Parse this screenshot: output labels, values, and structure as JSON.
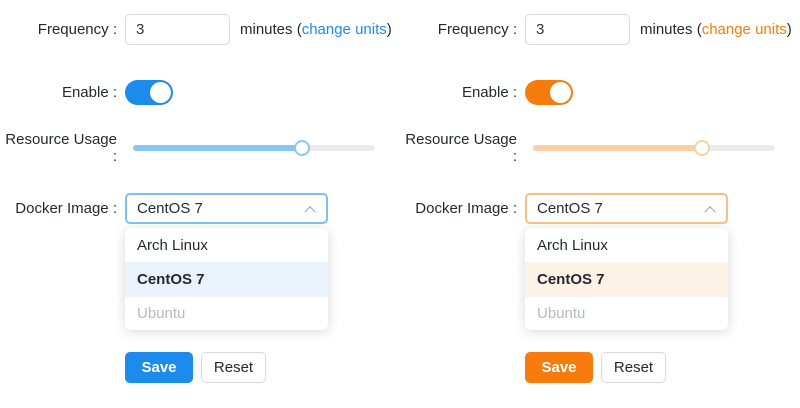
{
  "panels": [
    {
      "theme": "blue",
      "accent": "#1b8cec",
      "accent_light": "#89c6f4",
      "accent_border": "#7cc0f5",
      "option_bg": "#eaf3fb"
    },
    {
      "theme": "orange",
      "accent": "#f67d0d",
      "accent_light": "#fad0a2",
      "accent_border": "#f9be82",
      "option_bg": "#fdf2e6"
    }
  ],
  "form": {
    "frequency_label": "Frequency :",
    "frequency_value": "3",
    "frequency_unit_prefix": "minutes (",
    "frequency_unit_link": "change units",
    "frequency_unit_suffix": ")",
    "enable_label": "Enable :",
    "enable_state": "on",
    "resource_label": "Resource Usage :",
    "resource_percent": 70,
    "docker_label": "Docker Image :",
    "docker_value": "CentOS 7",
    "docker_options": [
      {
        "label": "Arch Linux",
        "state": "normal"
      },
      {
        "label": "CentOS 7",
        "state": "selected"
      },
      {
        "label": "Ubuntu",
        "state": "disabled"
      }
    ],
    "save_label": "Save",
    "reset_label": "Reset"
  }
}
